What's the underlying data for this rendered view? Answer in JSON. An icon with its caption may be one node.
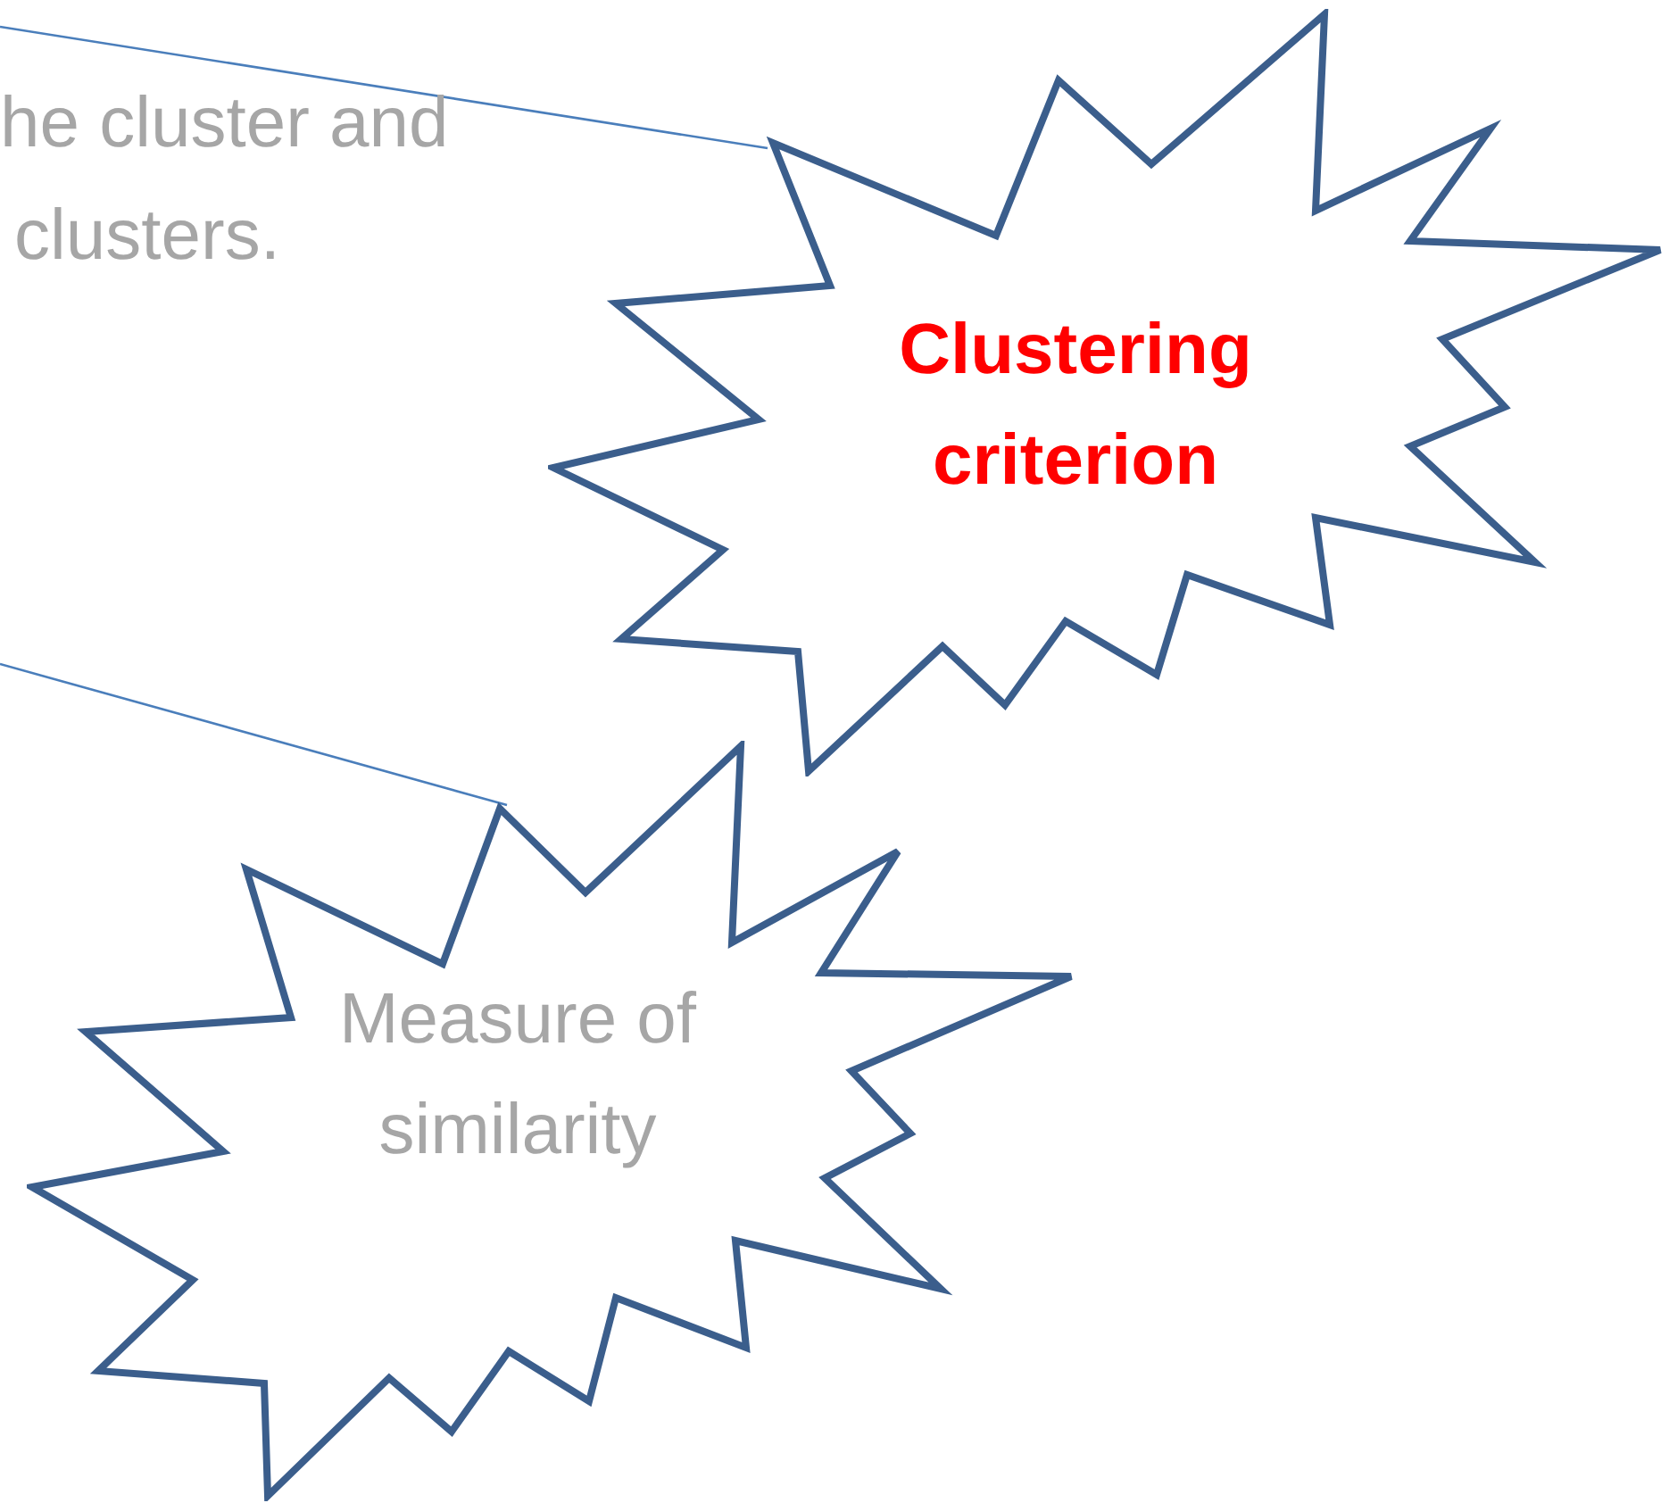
{
  "diagram": {
    "nodes": [
      {
        "text": [
          "Clustering criterion"
        ]
      },
      {
        "text": [
          "Measure of similarity"
        ]
      }
    ],
    "edges": [
      {
        "from": null,
        "to": 0,
        "arrow": "none"
      },
      {
        "from": null,
        "to": 1,
        "arrow": "none"
      }
    ],
    "labels": [
      "he cluster and",
      "clusters."
    ]
  }
}
